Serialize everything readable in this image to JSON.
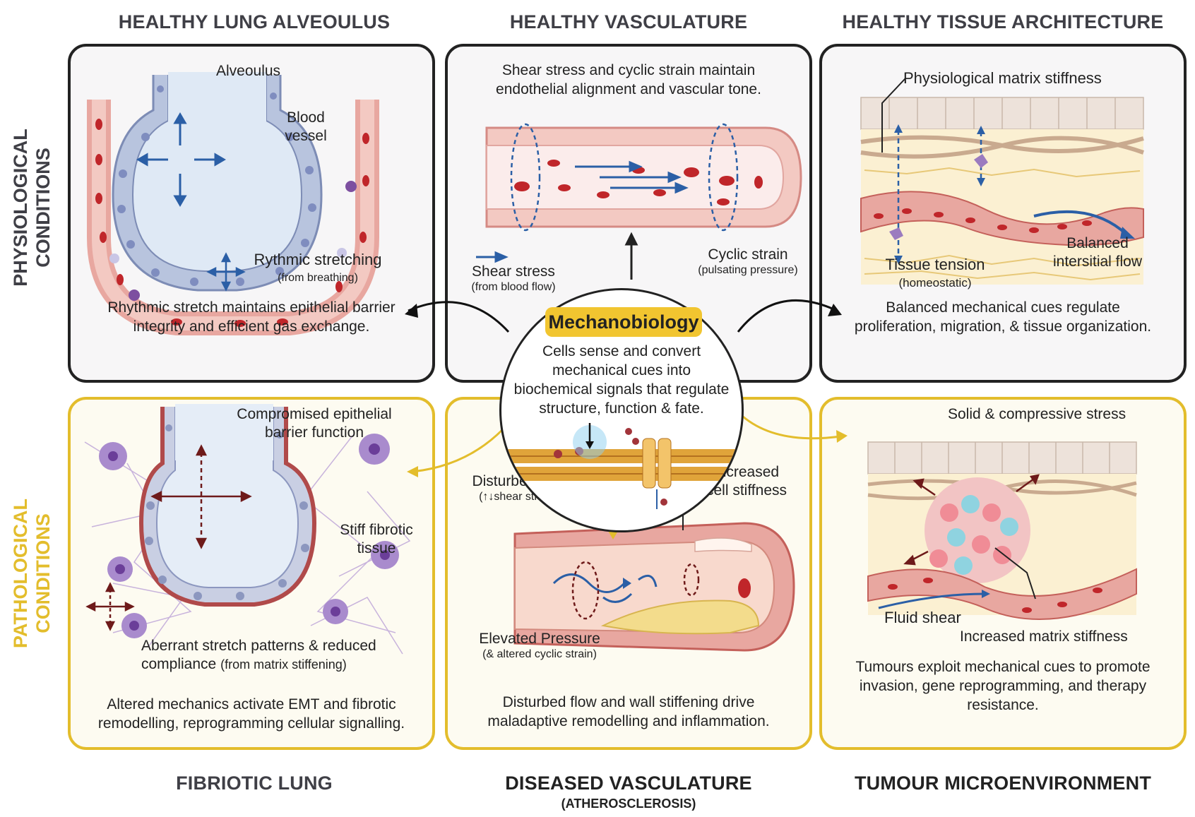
{
  "columns": {
    "lung": "HEALTHY LUNG ALVEOULUS",
    "vasculature": "HEALTHY VASCULATURE",
    "tissue": "HEALTHY TISSUE ARCHITECTURE"
  },
  "bottom_columns": {
    "lung": "FIBRIOTIC LUNG",
    "vasculature": "DISEASED VASCULATURE",
    "vasculature_sub": "(ATHEROSCLEROSIS)",
    "tissue": "TUMOUR MICROENVIRONMENT"
  },
  "rows": {
    "physiological": [
      "PHYSIOLOGICAL",
      "CONDITIONS"
    ],
    "pathological": [
      "PATHOLOGICAL",
      "CONDITIONS"
    ]
  },
  "panels": {
    "healthy_lung": {
      "alveolus": "Alveoulus",
      "blood_vessel": [
        "Blood",
        "vessel"
      ],
      "stretch": "Rythmic stretching",
      "stretch_sub": "(from breathing)",
      "caption": [
        "Rhythmic stretch maintains epithelial barrier",
        "integrity and efficient gas exchange."
      ]
    },
    "healthy_vessel": {
      "caption": [
        "Shear stress and cyclic strain maintain",
        "endothelial alignment and vascular tone."
      ],
      "shear": "Shear stress",
      "shear_sub": "(from blood flow)",
      "cyclic": "Cyclic strain",
      "cyclic_sub": "(pulsating pressure)"
    },
    "healthy_tissue": {
      "stiffness": "Physiological matrix stiffness",
      "tension": "Tissue tension",
      "tension_sub": "(homeostatic)",
      "flow": [
        "Balanced",
        "intersitial flow"
      ],
      "caption": [
        "Balanced mechanical cues regulate",
        "proliferation, migration, & tissue organization."
      ]
    },
    "fibrotic_lung": {
      "barrier": [
        "Compromised epithelial",
        "barrier function"
      ],
      "stiff": [
        "Stiff fibrotic",
        "tissue"
      ],
      "aberrant": "Aberrant stretch patterns & reduced",
      "compliance": "compliance",
      "compliance_sub": "(from matrix stiffening)",
      "caption": [
        "Altered mechanics activate EMT and fibrotic",
        "remodelling, reprogramming cellular signalling."
      ]
    },
    "diseased_vessel": {
      "disturbed": "Disturbed flow",
      "disturbed_sub": "(↑↓shear stress)",
      "increased": [
        "Increased",
        "cell stiffness"
      ],
      "pressure": "Elevated Pressure",
      "pressure_sub": "(& altered cyclic strain)",
      "caption": [
        "Disturbed flow and wall stiffening drive",
        "maladaptive remodelling and inflammation."
      ]
    },
    "tumour": {
      "solid": "Solid & compressive stress",
      "fluid": "Fluid shear",
      "matrix": "Increased matrix stiffness",
      "caption": [
        "Tumours exploit mechanical cues to promote",
        "invasion, gene reprogramming, and therapy",
        "resistance."
      ]
    }
  },
  "center": {
    "title": "Mechanobiology",
    "text": [
      "Cells sense and convert",
      "mechanical cues into",
      "biochemical signals that regulate",
      "structure, function & fate."
    ]
  },
  "colors": {
    "healthy_border": "#222222",
    "disease_border": "#e3bd2c",
    "accent_yellow": "#f1c530",
    "arrow_blue": "#2b5fa6",
    "arrow_red": "#6e1a1a"
  }
}
